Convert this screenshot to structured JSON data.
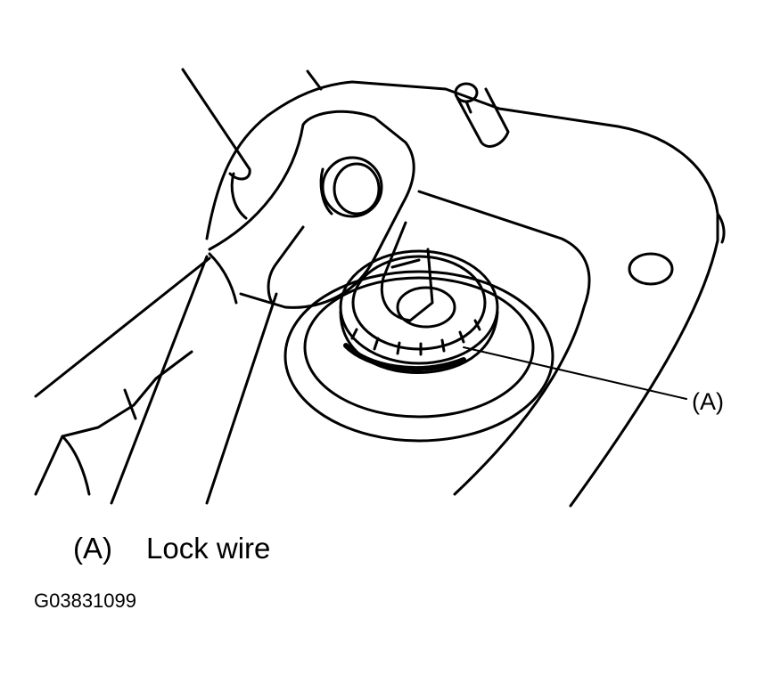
{
  "callout": {
    "label": "(A)"
  },
  "legend": [
    {
      "key": "(A)",
      "text": "Lock wire"
    }
  ],
  "figure_id": "G03831099",
  "colors": {
    "line": "#000000",
    "background": "#ffffff"
  }
}
